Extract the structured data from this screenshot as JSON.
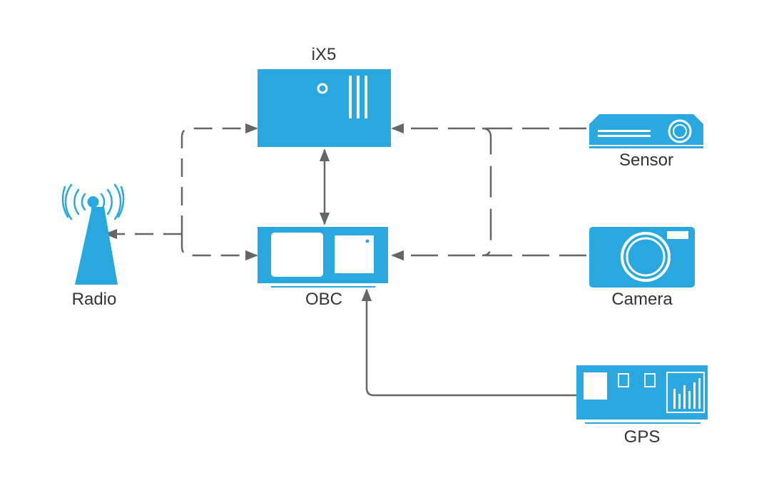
{
  "colors": {
    "device": "#29a8df",
    "device_light": "#ffffff",
    "connector": "#666666"
  },
  "nodes": {
    "ix5": {
      "label": "iX5",
      "icon": "server-icon"
    },
    "obc": {
      "label": "OBC",
      "icon": "computer-icon"
    },
    "radio": {
      "label": "Radio",
      "icon": "antenna-icon"
    },
    "sensor": {
      "label": "Sensor",
      "icon": "sensor-icon"
    },
    "camera": {
      "label": "Camera",
      "icon": "camera-icon"
    },
    "gps": {
      "label": "GPS",
      "icon": "gps-icon"
    }
  }
}
